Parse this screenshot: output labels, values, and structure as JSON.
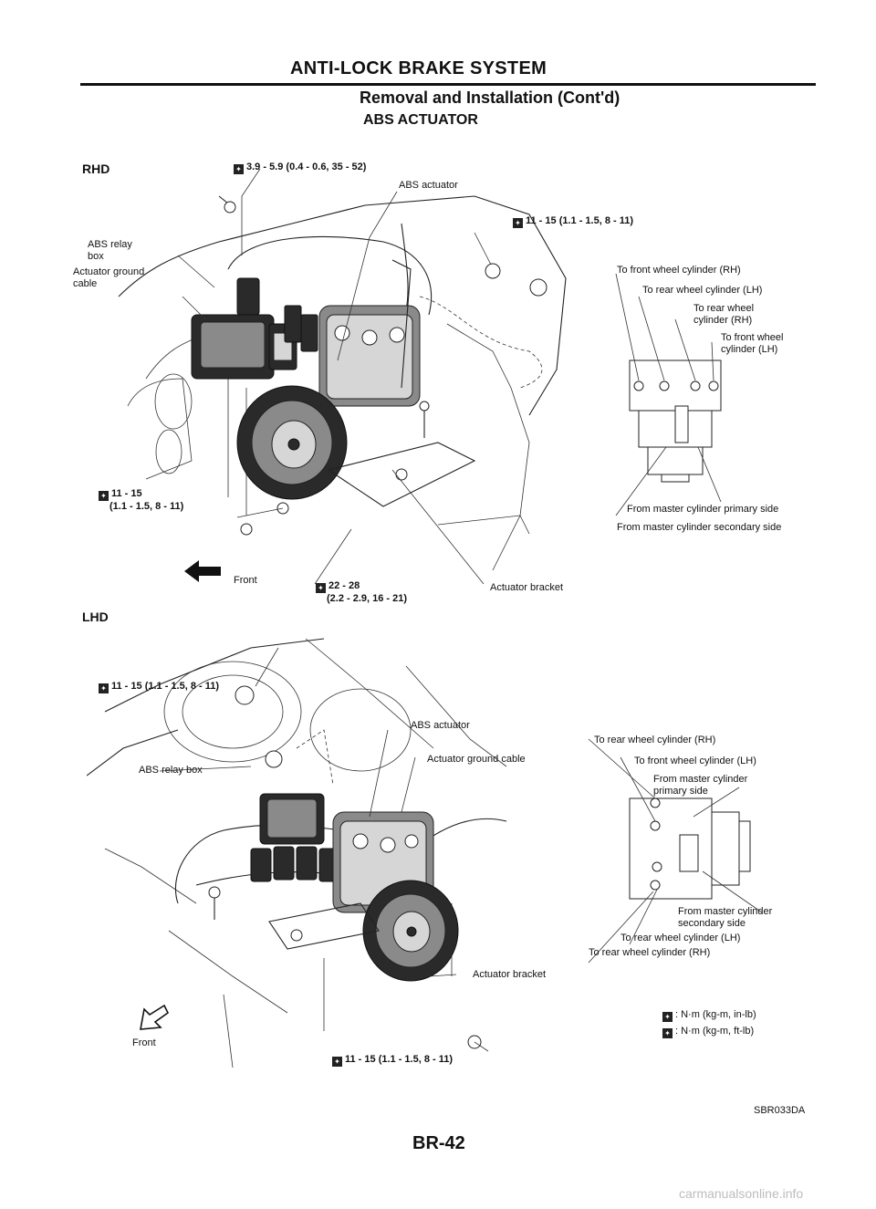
{
  "header": {
    "title": "ANTI-LOCK BRAKE SYSTEM",
    "subtitle": "Removal and Installation (Cont'd)",
    "section": "ABS ACTUATOR"
  },
  "rhd": {
    "heading": "RHD",
    "torque_top": "3.9 - 5.9 (0.4 - 0.6, 35 - 52)",
    "abs_actuator": "ABS actuator",
    "torque_right": "11 - 15 (1.1 - 1.5, 8 - 11)",
    "abs_relay_box_1": "ABS relay",
    "abs_relay_box_2": "box",
    "actuator_ground_1": "Actuator ground",
    "actuator_ground_2": "cable",
    "torque_left_1": "11 - 15",
    "torque_left_2": "(1.1 - 1.5, 8 - 11)",
    "front": "Front",
    "torque_bottom_1": "22 - 28",
    "torque_bottom_2": "(2.2 - 2.9, 16 - 21)",
    "actuator_bracket": "Actuator bracket",
    "port_front_rh": "To front wheel cylinder (RH)",
    "port_rear_lh": "To rear wheel cylinder (LH)",
    "port_rear_rh_1": "To rear wheel",
    "port_rear_rh_2": "cylinder (RH)",
    "port_front_lh_1": "To front wheel",
    "port_front_lh_2": "cylinder (LH)",
    "from_primary": "From master cylinder primary side",
    "from_secondary": "From master cylinder secondary side"
  },
  "lhd": {
    "heading": "LHD",
    "torque_top": "11 - 15 (1.1 - 1.5, 8 - 11)",
    "abs_actuator": "ABS actuator",
    "actuator_ground": "Actuator ground cable",
    "abs_relay_box": "ABS relay box",
    "actuator_bracket": "Actuator bracket",
    "front": "Front",
    "torque_bottom": "11 - 15 (1.1 - 1.5, 8 - 11)",
    "port_rear_rh_top": "To rear wheel cylinder (RH)",
    "port_front_lh": "To front wheel cylinder (LH)",
    "from_primary_1": "From master cylinder",
    "from_primary_2": "primary side",
    "from_secondary_1": "From master cylinder",
    "from_secondary_2": "secondary side",
    "port_rear_lh": "To rear wheel cylinder (LH)",
    "port_rear_rh_bottom": "To rear wheel cylinder (RH)"
  },
  "legend": {
    "inlb": ": N·m (kg-m, in-lb)",
    "ftlb": ": N·m (kg-m, ft-lb)"
  },
  "footer": {
    "figure_code": "SBR033DA",
    "page": "BR-42",
    "watermark": "carmanualsonline.info"
  }
}
